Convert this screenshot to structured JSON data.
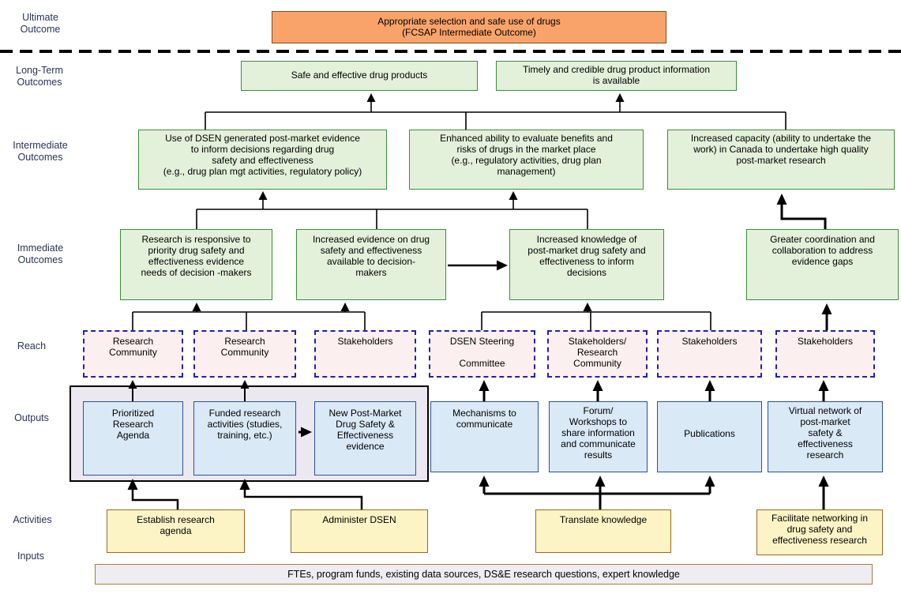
{
  "rows": {
    "ultimate": {
      "label": "Ultimate\nOutcome",
      "boxes": [
        "Appropriate selection and safe use of drugs\n(FCSAP Intermediate Outcome)"
      ]
    },
    "long_term": {
      "label": "Long-Term\nOutcomes",
      "boxes": [
        "Safe and effective drug products",
        "Timely and credible drug product information\nis available"
      ]
    },
    "intermediate": {
      "label": "Intermediate\nOutcomes",
      "boxes": [
        "Use of DSEN generated post-market evidence\nto inform decisions regarding drug\nsafety and effectiveness\n(e.g., drug plan mgt activities, regulatory policy)",
        "Enhanced ability to evaluate benefits and\nrisks of drugs in the market place\n(e.g., regulatory activities, drug plan\nmanagement)",
        "Increased capacity (ability to undertake the\nwork) in Canada to undertake high quality\npost-market research"
      ]
    },
    "immediate": {
      "label": "Immediate\nOutcomes",
      "boxes": [
        "Research is responsive to\npriority drug safety and\neffectiveness evidence\nneeds of decision -makers",
        "Increased evidence on drug\nsafety and effectiveness\navailable to decision-\nmakers",
        "Increased knowledge of\npost-market drug safety and\neffectiveness to inform\ndecisions",
        "Greater coordination and\ncollaboration to address\nevidence gaps"
      ]
    },
    "reach": {
      "label": "Reach",
      "boxes": [
        "Research\nCommunity",
        "Research\nCommunity",
        "Stakeholders",
        "DSEN Steering\n\nCommittee",
        "Stakeholders/\nResearch\nCommunity",
        "Stakeholders",
        "Stakeholders"
      ]
    },
    "outputs": {
      "label": "Outputs",
      "boxes": [
        "Prioritized\nResearch\nAgenda",
        "Funded research\nactivities (studies,\ntraining, etc.)",
        "New Post-Market\nDrug Safety &\nEffectiveness\nevidence",
        "Mechanisms to\ncommunicate",
        "Forum/\nWorkshops to\nshare information\nand communicate\nresults",
        "Publications",
        "Virtual network of\npost-market\nsafety &\neffectiveness\nresearch"
      ]
    },
    "activities": {
      "label": "Activities",
      "boxes": [
        "Establish research\nagenda",
        "Administer DSEN",
        "Translate knowledge",
        "Facilitate networking in\ndrug safety and\neffectiveness research"
      ]
    },
    "inputs": {
      "label": "Inputs",
      "boxes": [
        "FTEs, program funds, existing data sources, DS&E research questions, expert knowledge"
      ]
    }
  },
  "colors": {
    "ultimate_fill": "#F9A36B",
    "ultimate_border": "#7C4E1D",
    "outcome_fill": "#E3F1DA",
    "outcome_border": "#3C8C3C",
    "reach_fill": "#FCEFEF",
    "reach_border": "#2222AA",
    "output_fill": "#D9E9F6",
    "output_border": "#2E4F97",
    "output_group_fill": "#EBE8F0",
    "activity_fill": "#FCF4C5",
    "activity_border": "#99691F",
    "inputs_fill": "#EFECF2",
    "inputs_border": "#A87D3E",
    "arrow": "#000000",
    "row_label_text": "#2A3353"
  }
}
